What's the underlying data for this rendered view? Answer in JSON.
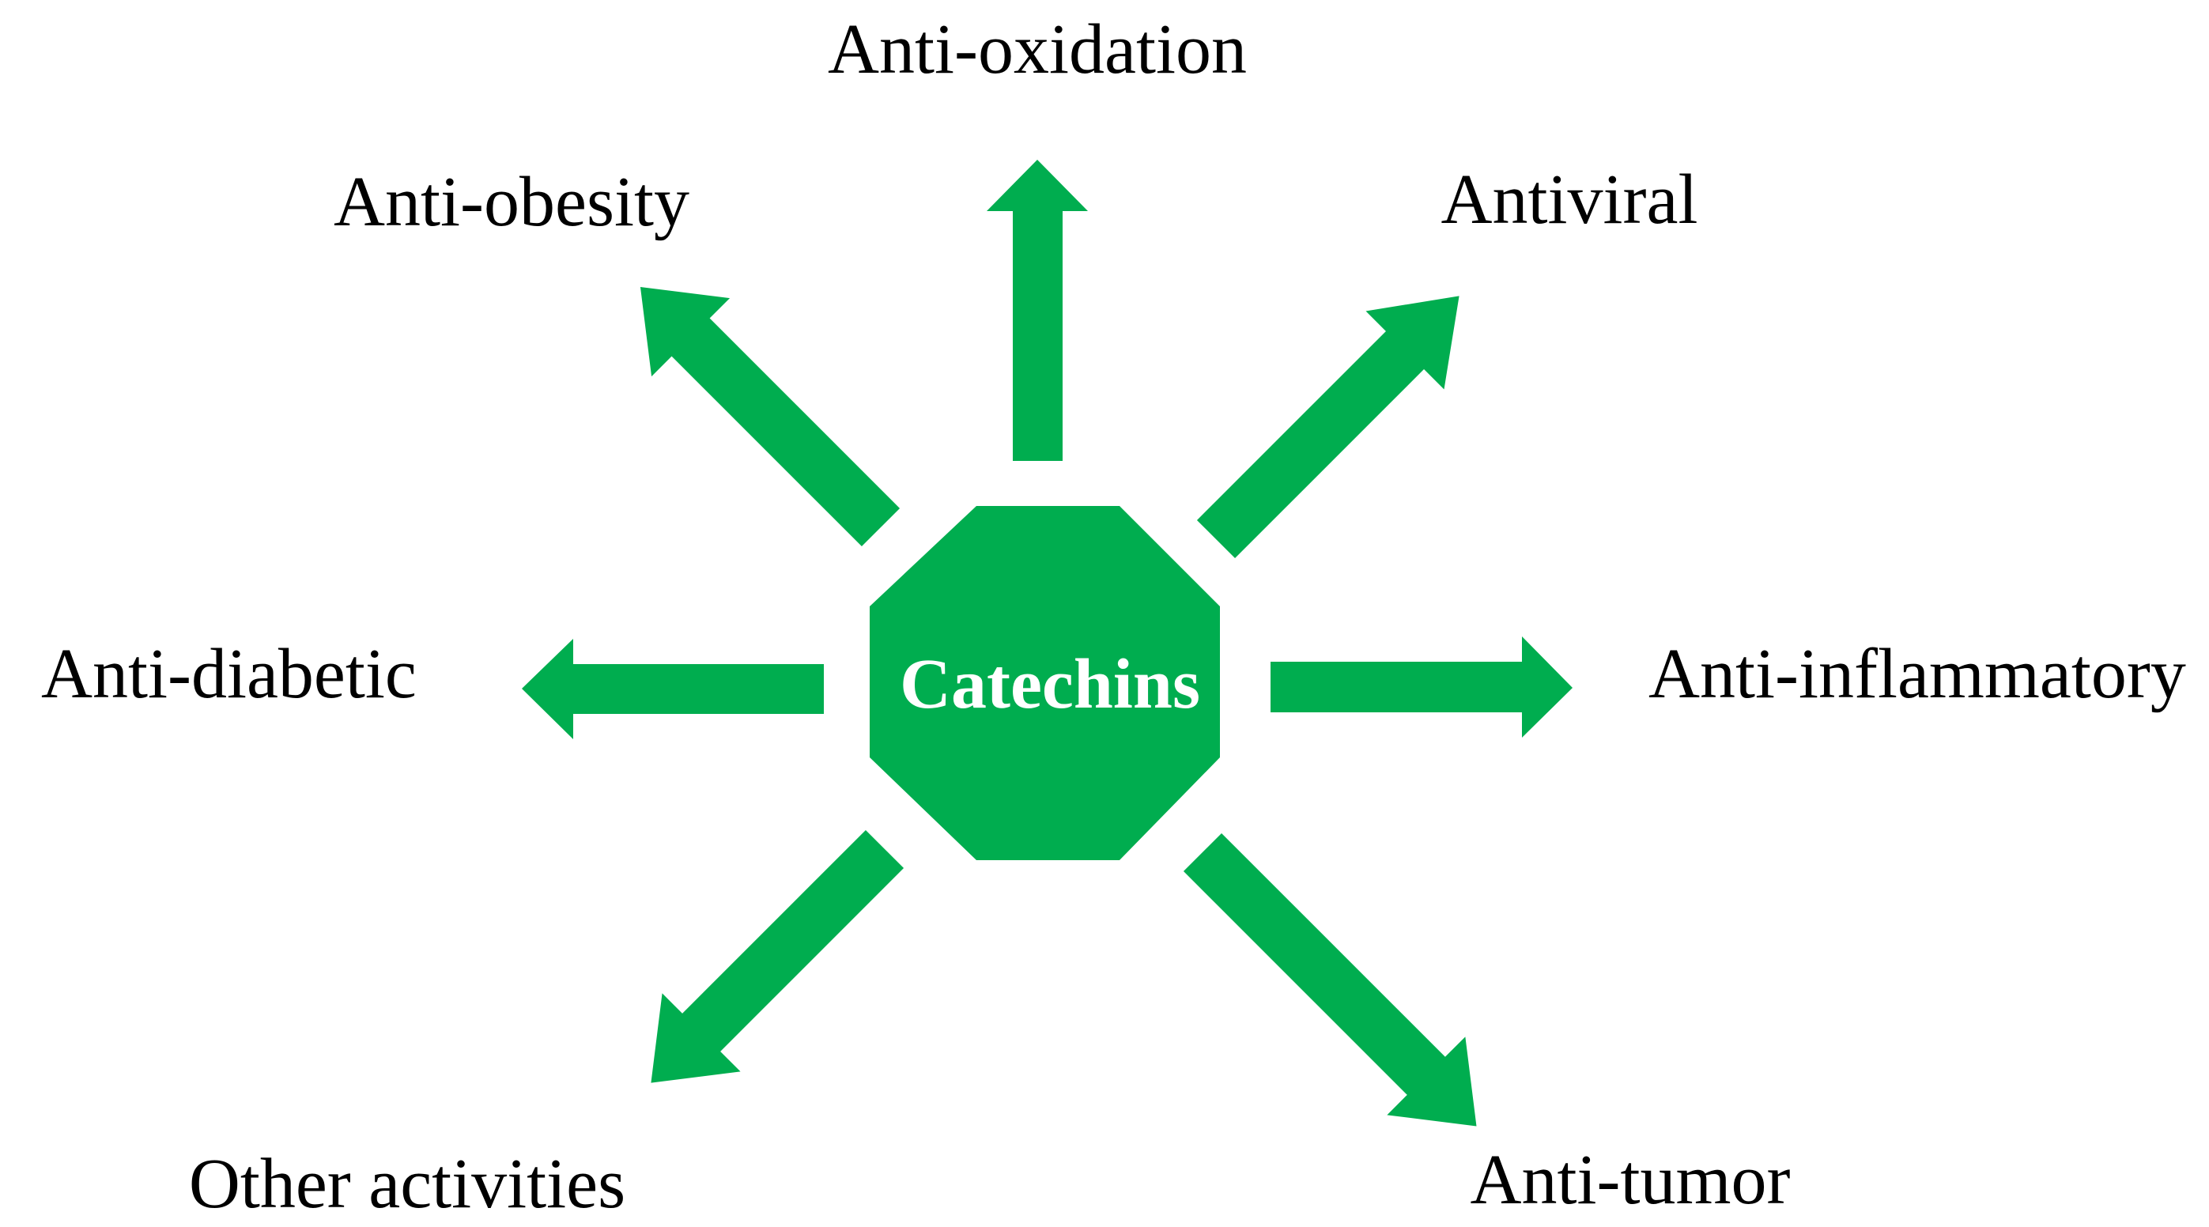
{
  "colors": {
    "accent": "#00AD4F",
    "center_text": "#FFFFFF",
    "label_text": "#000000",
    "background": "#FFFFFF"
  },
  "center": {
    "label": "Catechins",
    "shape": "octagon"
  },
  "activities": [
    {
      "id": "anti-oxidation",
      "label": "Anti-oxidation"
    },
    {
      "id": "antiviral",
      "label": "Antiviral"
    },
    {
      "id": "anti-inflammatory",
      "label": "Anti-inflammatory"
    },
    {
      "id": "anti-tumor",
      "label": "Anti-tumor"
    },
    {
      "id": "other-activities",
      "label": "Other activities"
    },
    {
      "id": "anti-diabetic",
      "label": "Anti-diabetic"
    },
    {
      "id": "anti-obesity",
      "label": "Anti-obesity"
    }
  ]
}
